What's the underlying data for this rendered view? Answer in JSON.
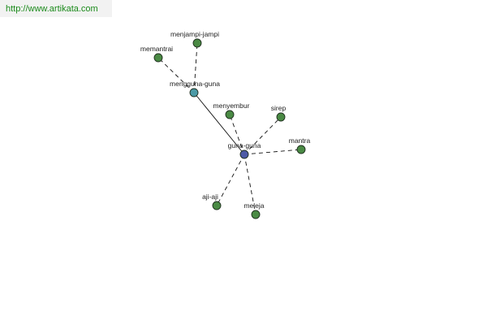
{
  "header": {
    "url": "http://www.artikata.com"
  },
  "colors": {
    "center": "#4d5aa6",
    "hub": "#4b9aa6",
    "leaf": "#4a8a44",
    "stroke": "#1f2f1f",
    "edge": "#111111"
  },
  "graph": {
    "nodes": [
      {
        "id": "guna-guna",
        "label": "guna-guna",
        "role": "center"
      },
      {
        "id": "mengguna-guna",
        "label": "mengguna-guna",
        "role": "hub"
      },
      {
        "id": "menjampi-jampi",
        "label": "menjampi-jampi",
        "role": "leaf"
      },
      {
        "id": "memantrai",
        "label": "memantrai",
        "role": "leaf"
      },
      {
        "id": "menyembur",
        "label": "menyembur",
        "role": "leaf"
      },
      {
        "id": "sirep",
        "label": "sirep",
        "role": "leaf"
      },
      {
        "id": "mantra",
        "label": "mantra",
        "role": "leaf"
      },
      {
        "id": "aji-aji",
        "label": "aji-aji",
        "role": "leaf"
      },
      {
        "id": "meleja",
        "label": "meleja",
        "role": "leaf"
      }
    ],
    "edges": [
      {
        "from": "guna-guna",
        "to": "mengguna-guna",
        "style": "solid"
      },
      {
        "from": "mengguna-guna",
        "to": "menjampi-jampi",
        "style": "dashed"
      },
      {
        "from": "mengguna-guna",
        "to": "memantrai",
        "style": "dashed"
      },
      {
        "from": "guna-guna",
        "to": "menyembur",
        "style": "dashed"
      },
      {
        "from": "guna-guna",
        "to": "sirep",
        "style": "dashed"
      },
      {
        "from": "guna-guna",
        "to": "mantra",
        "style": "dashed"
      },
      {
        "from": "guna-guna",
        "to": "aji-aji",
        "style": "dashed"
      },
      {
        "from": "guna-guna",
        "to": "meleja",
        "style": "dashed"
      }
    ]
  }
}
